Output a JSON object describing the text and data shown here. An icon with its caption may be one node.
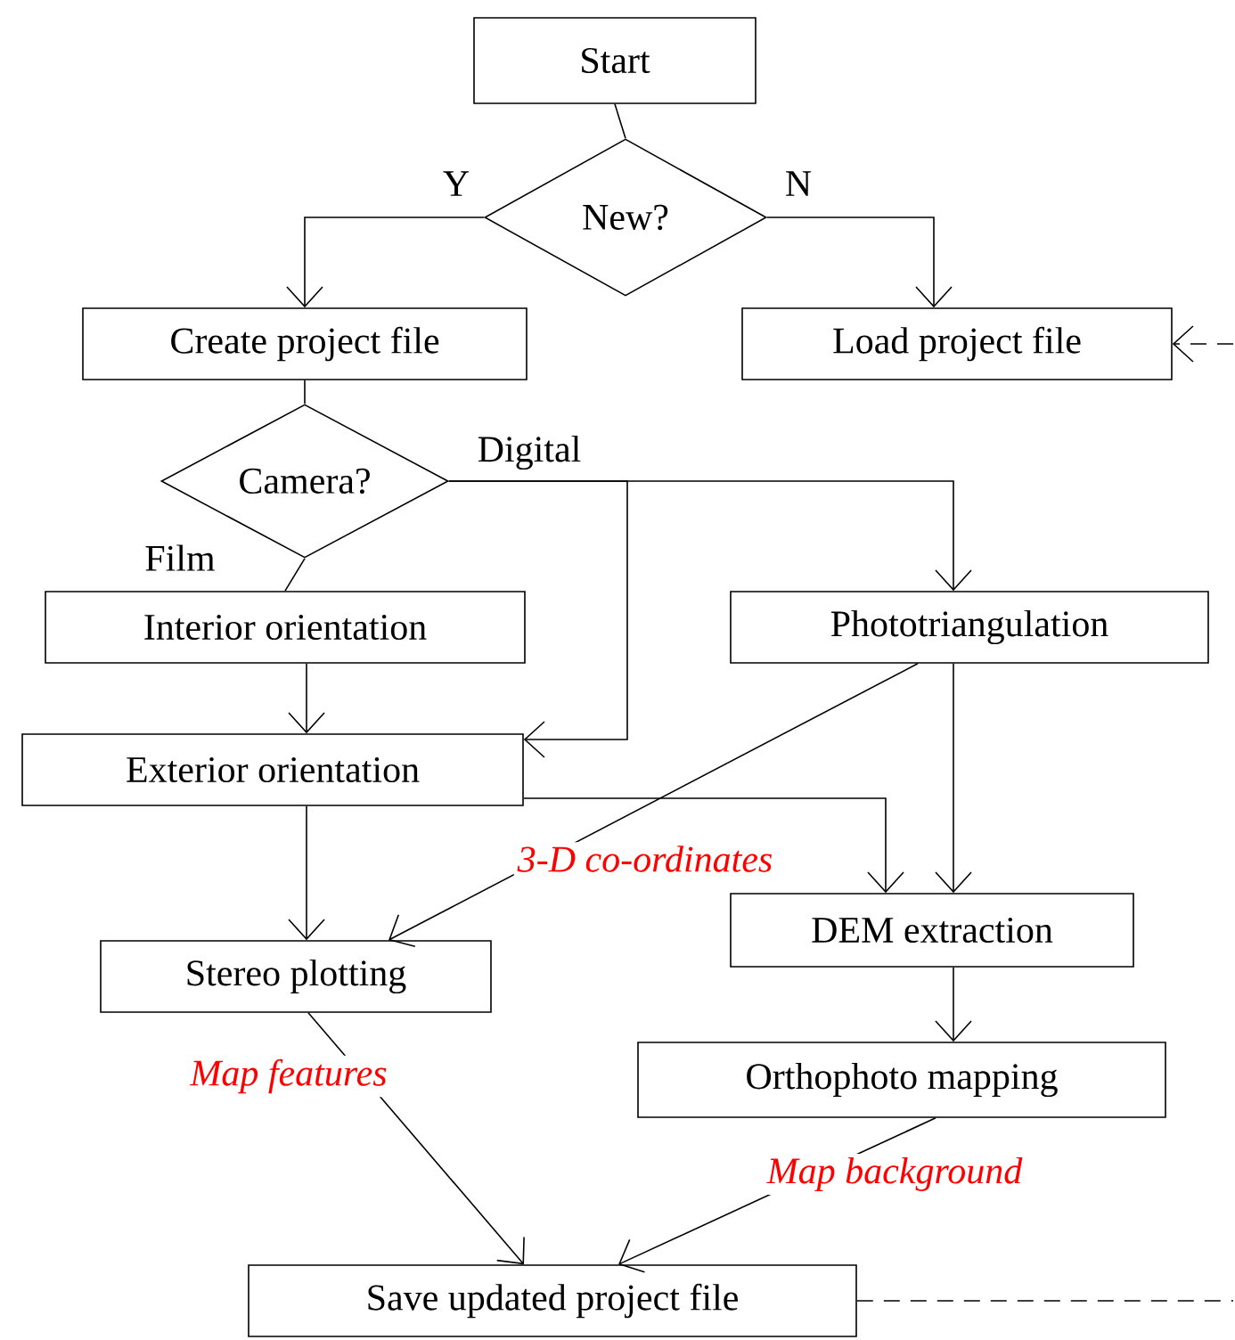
{
  "diagram": {
    "nodes": [
      {
        "text": [
          "Start"
        ]
      },
      {
        "text": [
          "New?"
        ]
      },
      {
        "text": [
          "Create project file"
        ]
      },
      {
        "text": [
          "Load project file"
        ]
      },
      {
        "text": [
          "Camera?"
        ]
      },
      {
        "text": [
          "Interior orientation"
        ]
      },
      {
        "text": [
          "Phototriangulation"
        ]
      },
      {
        "text": [
          "Exterior orientation"
        ]
      },
      {
        "text": [
          "Stereo plotting"
        ]
      },
      {
        "text": [
          "DEM extraction"
        ]
      },
      {
        "text": [
          "Orthophoto mapping"
        ]
      },
      {
        "text": [
          "Save updated project file"
        ]
      }
    ],
    "edges": [
      {
        "from": 0,
        "to": 1,
        "arrow": "none"
      },
      {
        "from": 1,
        "to": 2,
        "arrow": "to",
        "label": "Y"
      },
      {
        "from": 1,
        "to": 3,
        "arrow": "to",
        "label": "N"
      },
      {
        "from": 2,
        "to": 4,
        "arrow": "none"
      },
      {
        "from": 4,
        "to": 5,
        "arrow": "none",
        "label": "Film"
      },
      {
        "from": 4,
        "to": 6,
        "arrow": "to",
        "label": "Digital"
      },
      {
        "from": 4,
        "to": 7,
        "arrow": "to"
      },
      {
        "from": 5,
        "to": 7,
        "arrow": "to"
      },
      {
        "from": 7,
        "to": 8,
        "arrow": "to"
      },
      {
        "from": 7,
        "to": 9,
        "arrow": "to"
      },
      {
        "from": 6,
        "to": 9,
        "arrow": "to"
      },
      {
        "from": 6,
        "to": 8,
        "arrow": "to",
        "label": "3-D co-ordinates"
      },
      {
        "from": 9,
        "to": 10,
        "arrow": "to"
      },
      {
        "from": 8,
        "to": 11,
        "arrow": "to",
        "label": "Map features"
      },
      {
        "from": 10,
        "to": 11,
        "arrow": "to",
        "label": "Map background"
      },
      {
        "from": null,
        "to": 3,
        "arrow": "to",
        "style": "dashed"
      },
      {
        "from": 11,
        "to": null,
        "arrow": "none",
        "style": "dashed"
      }
    ]
  }
}
